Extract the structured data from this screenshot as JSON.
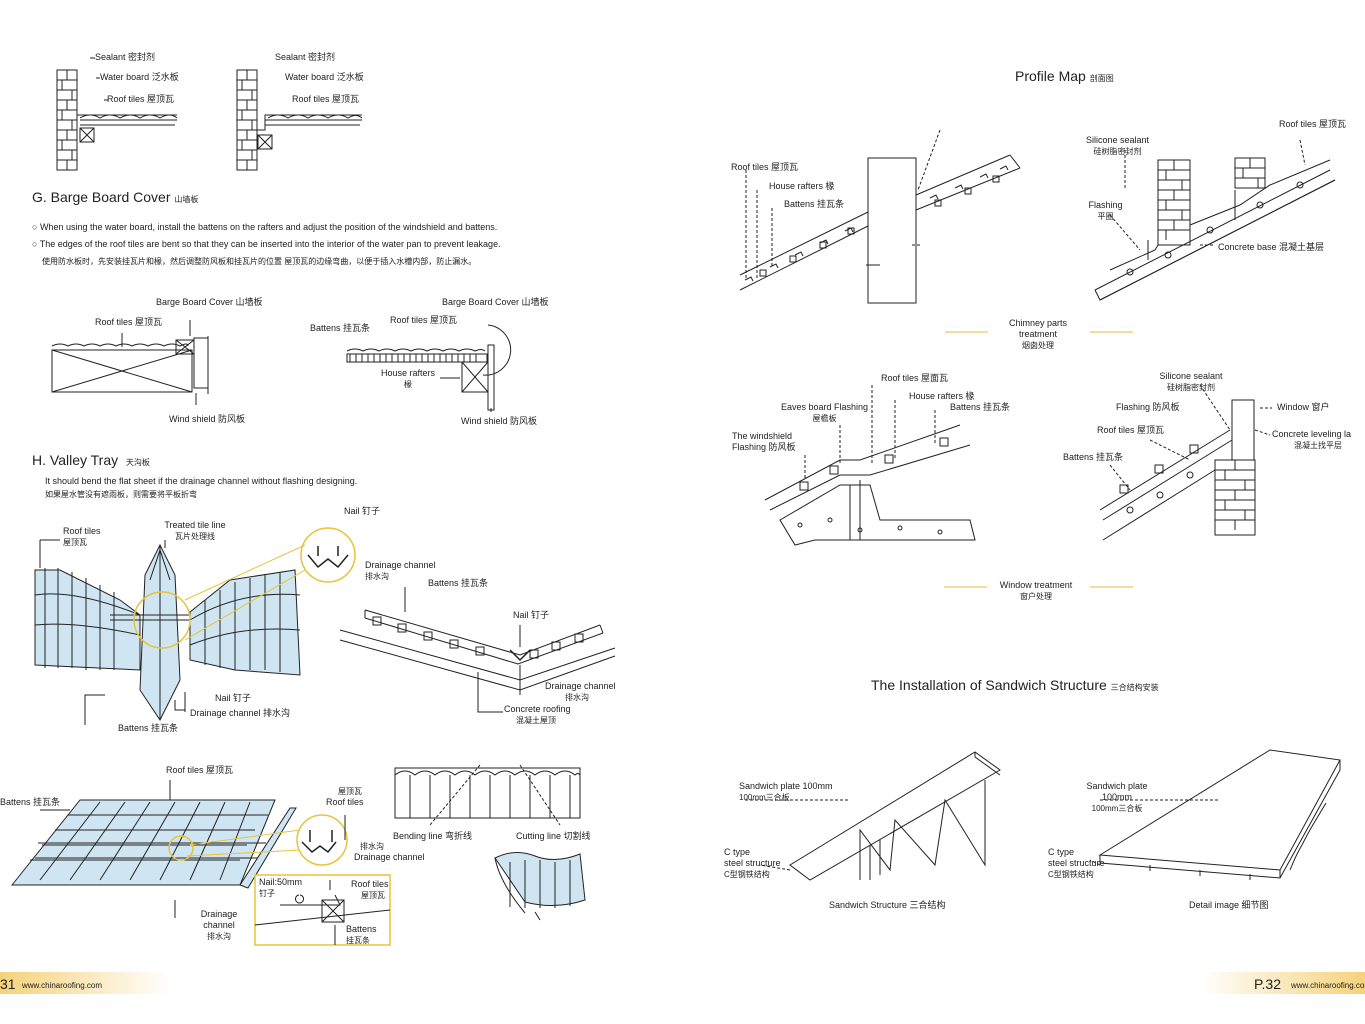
{
  "left": {
    "top_details": {
      "a": {
        "sealant": "Sealant 密封剂",
        "water_board": "Water board 泛水板",
        "roof_tiles": "Roof tiles 屋顶瓦"
      },
      "b": {
        "sealant": "Sealant 密封剂",
        "water_board": "Water board 泛水板",
        "roof_tiles": "Roof tiles 屋顶瓦"
      }
    },
    "section_g": {
      "title": "G. Barge Board Cover",
      "title_cn": "山墙板",
      "bullet1": "When using the water board, install the battens on the rafters and adjust the position of the windshield and battens.",
      "bullet2": "The edges of the roof tiles are bent so that they can be inserted into the interior of the water pan to prevent leakage.",
      "note_cn": "使用防水板时，先安装挂瓦片和椽，然后调整防风板和挂瓦片的位置          屋顶瓦的边缘弯曲，以便于插入水槽内部，防止漏水。",
      "fig1": {
        "barge": "Barge Board Cover 山墙板",
        "roof_tiles": "Roof tiles 屋顶瓦",
        "wind": "Wind shield  防风板"
      },
      "fig2": {
        "barge": "Barge Board Cover 山墙板",
        "battens": "Battens 挂瓦条",
        "roof_tiles": "Roof tiles 屋顶瓦",
        "rafters": "House rafters",
        "rafters_cn": "椽",
        "wind": "Wind shield  防风板"
      }
    },
    "section_h": {
      "title": "H. Valley Tray",
      "title_cn": "天沟板",
      "desc": "It should bend the flat sheet if the drainage channel without flashing designing.",
      "desc_cn": "如果屋水管没有遮雨板，则需要将平板折弯",
      "fig1": {
        "roof_tiles": "Roof tiles",
        "roof_tiles_cn": "屋顶瓦",
        "treated": "Treated tile line",
        "treated_cn": "瓦片处理线",
        "nail": "Nail 钉子",
        "drainage": "Drainage channel",
        "drainage_cn": "排水沟",
        "nail2": "Nail 钉子",
        "drainage2": "Drainage channel 排水沟",
        "battens": "Battens 挂瓦条"
      },
      "fig2": {
        "battens": "Battens 挂瓦条",
        "nail": "Nail 钉子",
        "drainage": "Drainage channel",
        "drainage_cn": "排水沟",
        "concrete": "Concrete roofing",
        "concrete_cn": "混凝土屋顶"
      },
      "fig3": {
        "roof_tiles": "Roof tiles 屋顶瓦",
        "battens": "Battens 挂瓦条",
        "roof_tiles2_cn": "屋顶瓦",
        "roof_tiles2": "Roof tiles",
        "drainage_cn": "排水沟",
        "drainage": "Drainage channel",
        "drainage2": "Drainage",
        "drainage2b": "channel",
        "drainage2_cn": "排水沟",
        "nail": "Nail:50mm",
        "nail_cn": "钉子",
        "roof_tiles3": "Roof tiles",
        "roof_tiles3_cn": "屋顶瓦",
        "battens3": "Battens",
        "battens3_cn": "挂瓦条"
      },
      "fig4": {
        "bending": "Bending line 弯折线",
        "cutting": "Cutting line 切割线"
      }
    },
    "footer": {
      "page": "31",
      "url": "www.chinaroofing.com"
    }
  },
  "right": {
    "profile_map": {
      "title": "Profile Map",
      "title_cn": "剖面图"
    },
    "chimney": {
      "roof_tiles": "Roof tiles 屋顶瓦",
      "house_rafters": "House rafters 椽",
      "battens": "Battens 挂瓦条",
      "silicone": "Silicone sealant",
      "silicone_cn": "硅树脂密封剂",
      "flashing": "Flashing",
      "flashing_cn": "平圈",
      "roof_tiles_r": "Roof tiles 屋顶瓦",
      "concrete_base": "Concrete base 混凝土基层",
      "caption": "Chimney parts",
      "caption2": "treatment",
      "caption_cn": "烟囱处理"
    },
    "window": {
      "roof_tiles": "Roof tiles 屋面瓦",
      "eaves": "Eaves board Flashing",
      "eaves_cn": "屋檐板",
      "house_rafters": "House rafters 椽",
      "battens": "Battens 挂瓦条",
      "windshield": "The windshield",
      "windshield2": "Flashing 防风板",
      "silicone": "Silicone sealant",
      "silicone_cn": "硅树脂密封剂",
      "flashing": "Flashing 防风板",
      "window": "Window 窗户",
      "roof_tiles_r": "Roof tiles 屋顶瓦",
      "concrete_lev": "Concrete leveling la",
      "concrete_lev_cn": "混凝土找平层",
      "battens_r": "Battens 挂瓦条",
      "caption": "Window treatment",
      "caption_cn": "窗户处理"
    },
    "sandwich": {
      "title": "The Installation of Sandwich Structure",
      "title_cn": "三合结构安装",
      "plate": "Sandwich plate 100mm",
      "plate_cn": "100mm三合板",
      "ctype": "C type",
      "steel": "steel structure",
      "steel_cn": "C型钢铁结构",
      "caption": "Sandwich Structure 三合结构",
      "plate2": "Sandwich plate",
      "plate2b": "100mm",
      "plate2_cn": "100mm三合板",
      "ctype2": "C type",
      "steel2": "steel structure",
      "steel2_cn": "C型钢铁结构",
      "caption2": "Detail image  细节图"
    },
    "footer": {
      "page": "P.32",
      "url": "www.chinaroofing.com"
    }
  },
  "colors": {
    "accent": "#f0c560",
    "tile": "#cfe6f2",
    "highlight": "#e8c33a"
  }
}
